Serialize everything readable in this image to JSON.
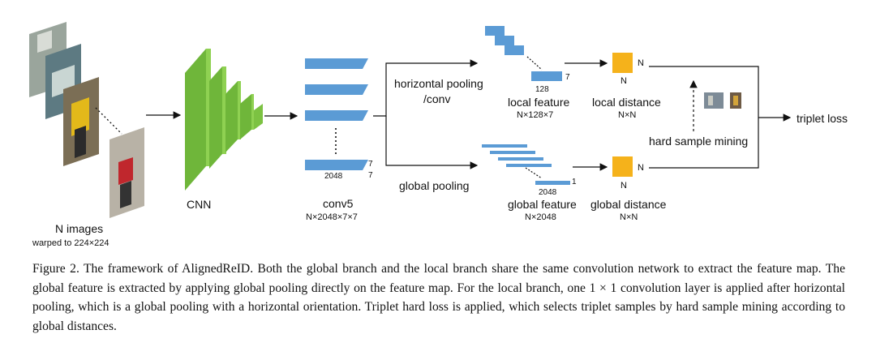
{
  "figure": {
    "labels": {
      "n_images": "N images",
      "warped": "warped to 224×224",
      "cnn": "CNN",
      "conv5": "conv5",
      "conv5_dims": "N×2048×7×7",
      "conv5_channels": "2048",
      "conv5_h": "7",
      "conv5_w": "7",
      "horizontal_pooling_1": "horizontal pooling",
      "horizontal_pooling_2": "/conv",
      "global_pooling": "global pooling",
      "local_feature_128": "128",
      "local_feature_7": "7",
      "local_feature": "local feature",
      "local_feature_dims": "N×128×7",
      "global_feature_2048": "2048",
      "global_feature_1": "1",
      "global_feature": "global feature",
      "global_feature_dims": "N×2048",
      "n_top_local": "N",
      "n_side_local": "N",
      "local_distance": "local distance",
      "local_distance_dims": "N×N",
      "n_top_global": "N",
      "n_side_global": "N",
      "global_distance": "global distance",
      "global_distance_dims": "N×N",
      "hard_sample_mining": "hard sample mining",
      "triplet_loss": "triplet loss"
    },
    "colors": {
      "feature_blue": "#5b9bd5",
      "cnn_green": "#7cc242",
      "distance_orange": "#f5b21b"
    }
  },
  "caption": {
    "text": "Figure 2. The framework of AlignedReID. Both the global branch and the local branch share the same convolution network to extract the feature map. The global feature is extracted by applying global pooling directly on the feature map. For the local branch, one 1 × 1 convolution layer is applied after horizontal pooling, which is a global pooling with a horizontal orientation. Triplet hard loss is applied, which selects triplet samples by hard sample mining according to global distances."
  }
}
